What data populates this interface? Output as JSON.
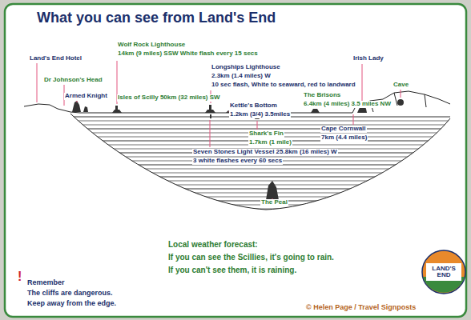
{
  "diagram": {
    "title": "What you can see from Land's End",
    "nodes": [
      {
        "text": [
          "LAND'S END"
        ]
      }
    ],
    "labels": [
      "Land's End Hotel",
      "Dr Johnson's Head",
      "Armed Knight",
      "Wolf Rock Lighthouse",
      "14km (9 miles) SSW White flash every 15 secs",
      "Isles of Scilly 50km (32 miles) SW",
      "Longships Lighthouse",
      "2.3km (1.4 miles) W",
      "10 sec flash, White to seaward, red to landward",
      "Kettle's Bottom",
      "1.2km (3/4)  3.5miles",
      "The Brisons",
      "6.4km (4 miles) 3.5 miles NW",
      "Irish Lady",
      "Cave",
      "Shark's Fin",
      "1.7km (1 mile)",
      "Cape Cornwall",
      "7km (4.4 miles)",
      "Seven Stones Light Vessel 25.8km (16 miles) W",
      "3 white flashes every 60 secs",
      "The Peal",
      "Local weather forecast:",
      "If you can see the Scillies, it's going to rain.",
      "If you can't see them, it is raining.",
      "!",
      "Remember",
      "The cliffs are dangerous.",
      "Keep away from the edge.",
      "© Helen Page / Travel Signposts"
    ]
  }
}
